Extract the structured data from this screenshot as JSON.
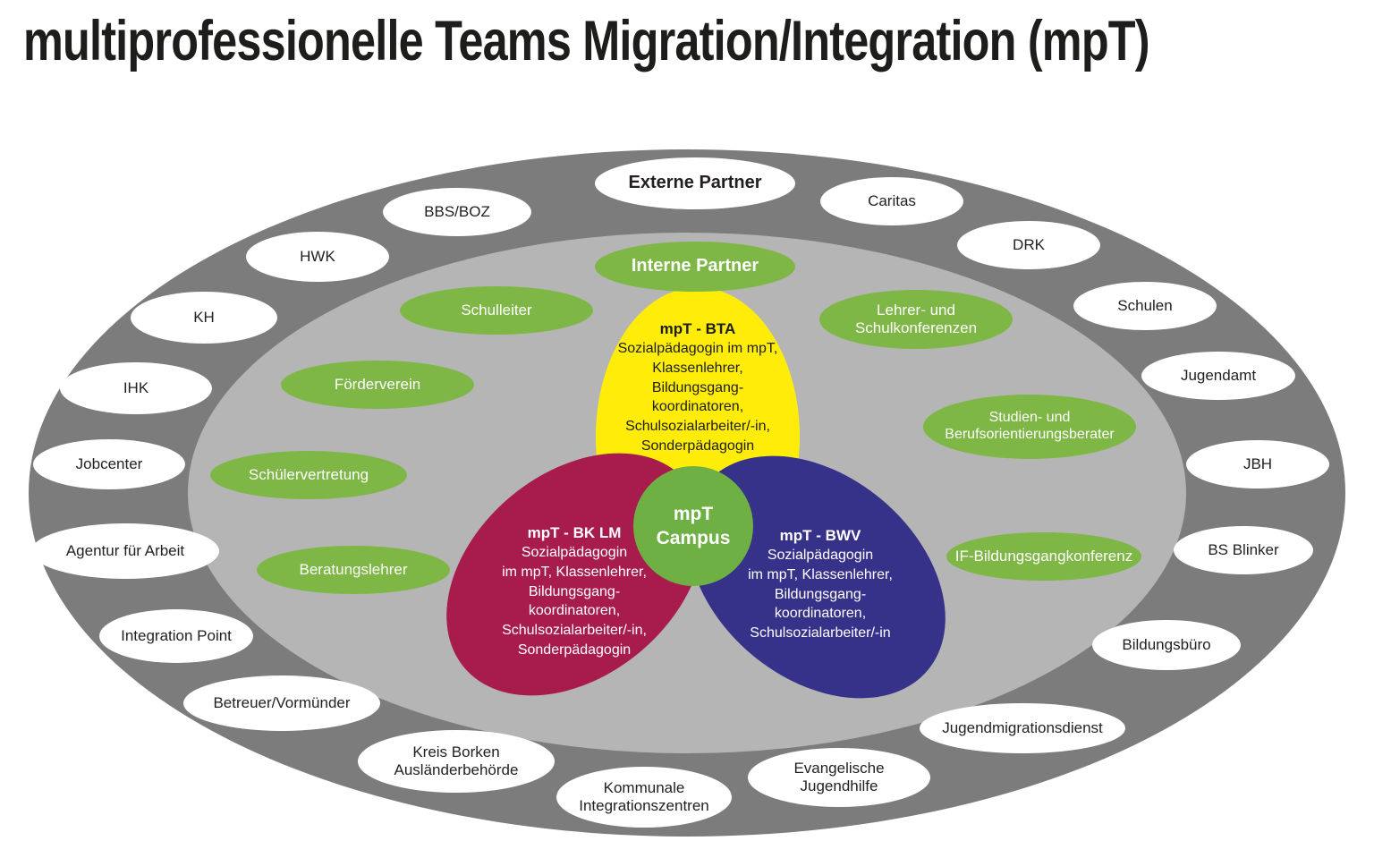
{
  "title": "multiprofessionelle Teams Migration/Integration (mpT)",
  "legend": {
    "external_header": "Externe Partner",
    "internal_header": "Interne Partner"
  },
  "external_partners": [
    "Caritas",
    "DRK",
    "Schulen",
    "Jugendamt",
    "JBH",
    "BS Blinker",
    "Bildungsbüro",
    "Jugendmigrationsdienst",
    "Evangelische\nJugendhilfe",
    "Kommunale\nIntegrationszentren",
    "Kreis Borken\nAusländerbehörde",
    "Betreuer/Vormünder",
    "Integration Point",
    "Agentur für Arbeit",
    "Jobcenter",
    "IHK",
    "KH",
    "HWK",
    "BBS/BOZ"
  ],
  "internal_partners": [
    "Schulleiter",
    "Förderverein",
    "Schülervertretung",
    "Beratungslehrer",
    "Lehrer- und\nSchulkonferenzen",
    "Studien- und\nBerufsorientierungsberater",
    "IF-Bildungsgangkonferenz"
  ],
  "teams": {
    "bta": {
      "name": "mpT - BTA",
      "members": "Sozialpädagogin im mpT,\nKlassenlehrer,\nBildungsgang-\nkoordinatoren,\nSchulsozialarbeiter/-in,\nSonderpädagogin"
    },
    "bk_lm": {
      "name": "mpT - BK LM",
      "members": "Sozialpädagogin\nim mpT, Klassenlehrer,\nBildungsgang-\nkoordinatoren,\nSchulsozialarbeiter/-in,\nSonderpädagogin"
    },
    "bwv": {
      "name": "mpT - BWV",
      "members": "Sozialpädagogin\nim mpT, Klassenlehrer,\nBildungsgang-\nkoordinatoren,\nSchulsozialarbeiter/-in"
    },
    "campus": {
      "name": "mpT\nCampus"
    }
  },
  "colors": {
    "outer_ring": "#7c7c7c",
    "inner_area": "#b5b5b5",
    "partner_green": "#7eb746",
    "campus_green": "#6fb045",
    "team_yellow": "#ffed09",
    "team_red": "#a81c4d",
    "team_blue": "#363189"
  }
}
